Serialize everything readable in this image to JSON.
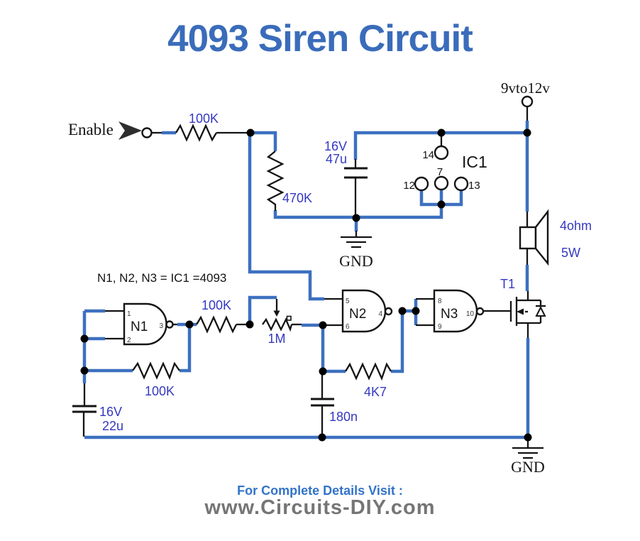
{
  "title": "4093 Siren Circuit",
  "footer": {
    "heading": "For Complete Details Visit :",
    "site": "www.Circuits-DIY.com"
  },
  "colors": {
    "title_blue": "#3a6cba",
    "wire_blue": "#3c70c0",
    "value_label_blue": "#3438c0",
    "footer_heading_blue": "#3273c9",
    "footer_site_gray": "#757575",
    "ink_black": "#141414"
  },
  "schematic": {
    "note": "N1, N2, N3 = IC1 =4093",
    "input_label": "Enable",
    "supply_label": "9vto12v",
    "ic_label": "IC1",
    "ic_pins": {
      "p14": "14",
      "p7": "7",
      "p12": "12",
      "p13": "13"
    },
    "gates": {
      "n1": {
        "name": "N1",
        "in1": "1",
        "in2": "2",
        "out": "3"
      },
      "n2": {
        "name": "N2",
        "in1": "5",
        "in2": "6",
        "out": "4"
      },
      "n3": {
        "name": "N3",
        "in1": "8",
        "in2": "9",
        "out": "10"
      }
    },
    "resistors": {
      "r_input": "100K",
      "r_470k": "470K",
      "r_series": "100K",
      "r_feedback": "100K",
      "r_4k7": "4K7",
      "pot": "1M"
    },
    "capacitors": {
      "c47_v": "16V",
      "c47_u": "47u",
      "c180": "180n",
      "c22_v": "16V",
      "c22_u": "22u"
    },
    "speaker": {
      "impedance": "4ohm",
      "power": "5W"
    },
    "transistor": "T1",
    "gnd_top": "GND",
    "gnd_bottom": "GND"
  }
}
